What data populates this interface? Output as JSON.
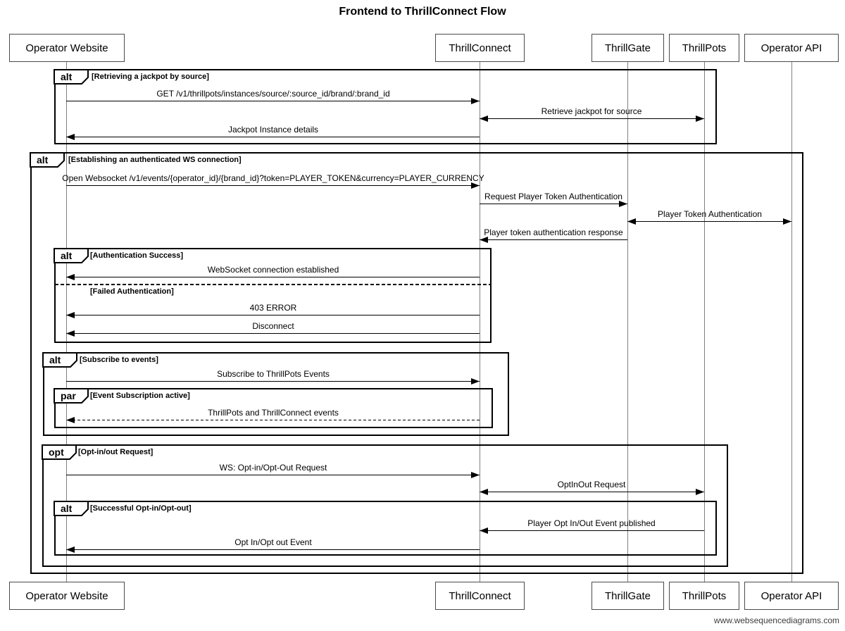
{
  "title": "Frontend to ThrillConnect Flow",
  "watermark": "www.websequencediagrams.com",
  "colors": {
    "frame_border": "#000000",
    "lifeline": "#808080",
    "background": "#ffffff",
    "text": "#000000"
  },
  "participants": [
    {
      "name": "Operator Website"
    },
    {
      "name": "ThrillConnect"
    },
    {
      "name": "ThrillGate"
    },
    {
      "name": "ThrillPots"
    },
    {
      "name": "Operator API"
    }
  ],
  "frames": [
    {
      "operator": "alt",
      "condition": "[Retrieving a jackpot by source]"
    },
    {
      "operator": "alt",
      "condition": "[Establishing an authenticated WS connection]"
    },
    {
      "operator": "alt",
      "condition": "[Authentication Success]"
    },
    {
      "operator": "alt",
      "condition": "[Subscribe to events]"
    },
    {
      "operator": "par",
      "condition": "[Event Subscription active]"
    },
    {
      "operator": "opt",
      "condition": "[Opt-in/out Request]"
    },
    {
      "operator": "alt",
      "condition": "[Successful Opt-in/Opt-out]"
    }
  ],
  "divider": {
    "label": "[Failed Authentication]"
  },
  "messages": [
    {
      "label": "GET /v1/thrillpots/instances/source/:source_id/brand/:brand_id",
      "from": "Operator Website",
      "to": "ThrillConnect",
      "line": "solid",
      "arrow": "to"
    },
    {
      "label": "Retrieve jackpot for source",
      "from": "ThrillConnect",
      "to": "ThrillPots",
      "line": "solid",
      "arrow": "both"
    },
    {
      "label": "Jackpot Instance details",
      "from": "ThrillConnect",
      "to": "Operator Website",
      "line": "solid",
      "arrow": "to"
    },
    {
      "label": "Open Websocket /v1/events/{operator_id}/{brand_id}?token=PLAYER_TOKEN&currency=PLAYER_CURRENCY",
      "from": "Operator Website",
      "to": "ThrillConnect",
      "line": "solid",
      "arrow": "to"
    },
    {
      "label": "Request Player Token Authentication",
      "from": "ThrillConnect",
      "to": "ThrillGate",
      "line": "solid",
      "arrow": "to"
    },
    {
      "label": "Player Token Authentication",
      "from": "ThrillGate",
      "to": "Operator API",
      "line": "solid",
      "arrow": "both"
    },
    {
      "label": "Player token authentication response",
      "from": "ThrillGate",
      "to": "ThrillConnect",
      "line": "solid",
      "arrow": "to"
    },
    {
      "label": "WebSocket connection established",
      "from": "ThrillConnect",
      "to": "Operator Website",
      "line": "solid",
      "arrow": "to"
    },
    {
      "label": "403 ERROR",
      "from": "ThrillConnect",
      "to": "Operator Website",
      "line": "solid",
      "arrow": "to"
    },
    {
      "label": "Disconnect",
      "from": "ThrillConnect",
      "to": "Operator Website",
      "line": "solid",
      "arrow": "to"
    },
    {
      "label": "Subscribe to ThrillPots Events",
      "from": "Operator Website",
      "to": "ThrillConnect",
      "line": "solid",
      "arrow": "to"
    },
    {
      "label": "ThrillPots and ThrillConnect events",
      "from": "ThrillConnect",
      "to": "Operator Website",
      "line": "dashed",
      "arrow": "to"
    },
    {
      "label": "WS: Opt-in/Opt-Out Request",
      "from": "Operator Website",
      "to": "ThrillConnect",
      "line": "solid",
      "arrow": "to"
    },
    {
      "label": "OptInOut Request",
      "from": "ThrillConnect",
      "to": "ThrillPots",
      "line": "solid",
      "arrow": "both"
    },
    {
      "label": "Player Opt In/Out Event published",
      "from": "ThrillPots",
      "to": "ThrillConnect",
      "line": "solid",
      "arrow": "to"
    },
    {
      "label": "Opt In/Opt out Event",
      "from": "ThrillConnect",
      "to": "Operator Website",
      "line": "solid",
      "arrow": "to"
    }
  ]
}
